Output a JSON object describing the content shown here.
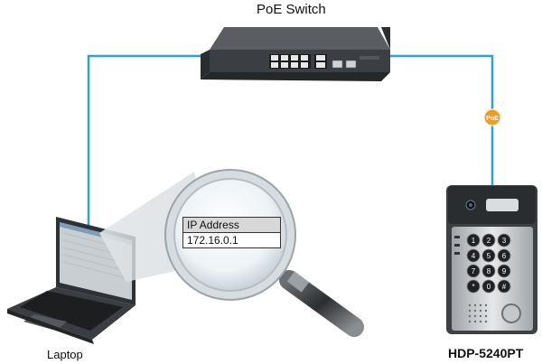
{
  "labels": {
    "switch": "PoE Switch",
    "laptop": "Laptop",
    "intercom": "HDP-5240PT",
    "poe_badge": "PoE"
  },
  "ip_panel": {
    "header": "IP Address",
    "value": "172.16.0.1"
  },
  "keypad": [
    "1",
    "2",
    "3",
    "4",
    "5",
    "6",
    "7",
    "8",
    "9",
    "*",
    "0",
    "#"
  ],
  "colors": {
    "cable": "#29a3d6",
    "poe_badge": "#f39c1e",
    "switch_body": "#3b3f44"
  }
}
